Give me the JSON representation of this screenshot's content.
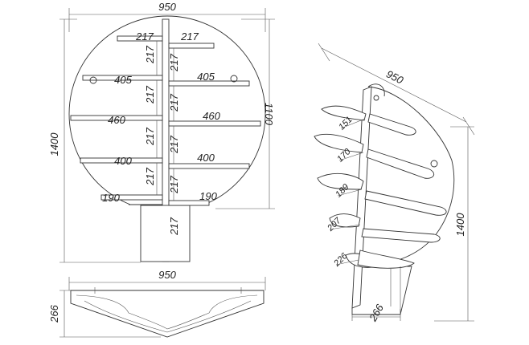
{
  "front": {
    "width": "950",
    "height": "1400",
    "height_upper": "1100",
    "shelves_left": [
      "217",
      "405",
      "460",
      "400",
      "190"
    ],
    "shelves_right": [
      "217",
      "405",
      "460",
      "400",
      "190"
    ],
    "spacing_left": [
      "217",
      "217",
      "217",
      "217"
    ],
    "spacing_right": [
      "217",
      "217",
      "217",
      "217",
      "217"
    ]
  },
  "top_view": {
    "width": "950",
    "depth": "266"
  },
  "iso": {
    "width": "950",
    "height": "1400",
    "depth": "266",
    "vertical": [
      "151",
      "170",
      "189",
      "207",
      "226"
    ]
  }
}
